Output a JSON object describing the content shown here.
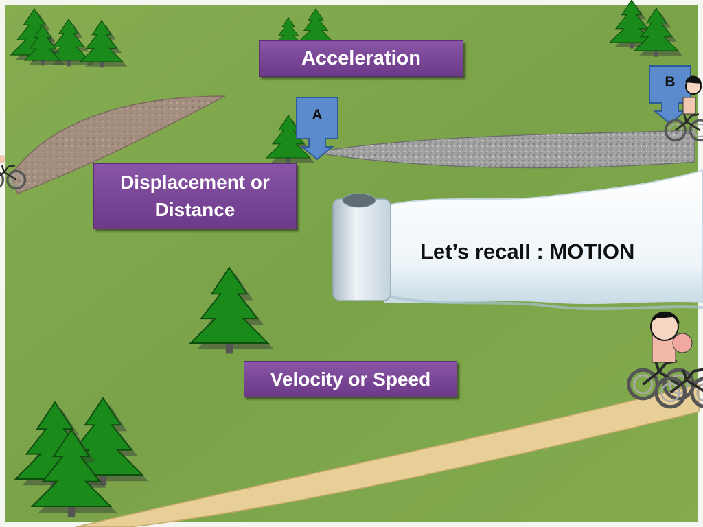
{
  "slide": {
    "title": "Let’s recall : MOTION",
    "terms": {
      "acceleration": "Acceleration",
      "displacement_line1": "Displacement or",
      "displacement_line2": "Distance",
      "velocity": "Velocity or Speed"
    },
    "markers": {
      "a": "A",
      "b": "B"
    }
  },
  "colors": {
    "grass": "#7fa84c",
    "term_box": "#7a489a",
    "marker": "#5b8bcc",
    "tree": "#1a8a1a",
    "path_gravel": "#9a9a9a",
    "path_dirt": "#a48e80",
    "path_sand": "#e8cf98",
    "paper": "#e9f2f7"
  },
  "icons": [
    "pine-tree-icon",
    "bicycle-rider-icon",
    "down-arrow-marker-icon",
    "paper-scroll-icon"
  ]
}
